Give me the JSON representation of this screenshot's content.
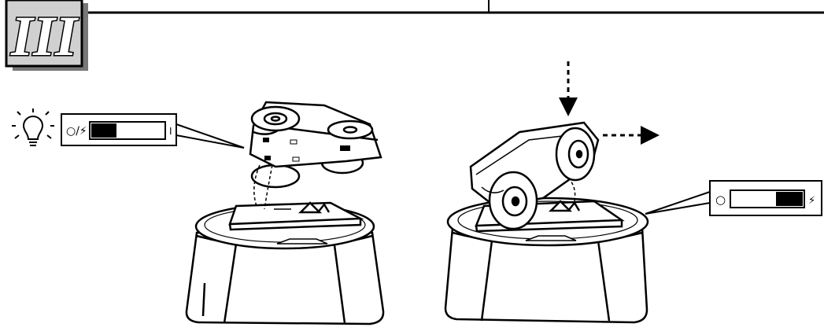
{
  "badge": {
    "numeral": "III"
  },
  "colors": {
    "ink": "#000000",
    "paper": "#ffffff",
    "badge_fill": "#d0d0d0",
    "badge_shadow": "#777777"
  },
  "left_panel": {
    "switch_left_symbol": "○/⚡",
    "switch_right_symbol": "I",
    "switch_state": "left",
    "indicator_icon": "light-bulb-icon"
  },
  "right_panel": {
    "switch_left_symbol": "○",
    "switch_right_symbol": "⚡",
    "switch_state": "right"
  }
}
